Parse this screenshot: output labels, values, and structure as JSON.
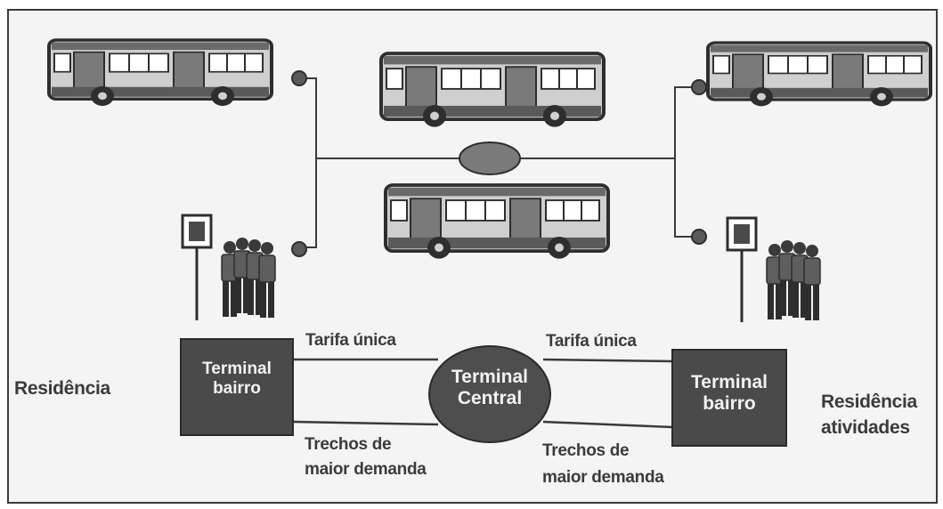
{
  "labels": {
    "residencia_left": "Residência",
    "residencia_right_line1": "Residência",
    "residencia_right_line2": "atividades",
    "tarifa_left": "Tarifa única",
    "tarifa_right": "Tarifa única",
    "trechos_left_line1": "Trechos de",
    "trechos_left_line2": "maior demanda",
    "trechos_right_line1": "Trechos de",
    "trechos_right_line2": "maior demanda",
    "terminal_left_line1": "Terminal",
    "terminal_left_line2": "bairro",
    "terminal_center_line1": "Terminal",
    "terminal_center_line2": "Central",
    "terminal_right_line1": "Terminal",
    "terminal_right_line2": "bairro"
  },
  "colors": {
    "ink": "#3a3a3a",
    "box_fill": "#4a4a4a",
    "background": "#f4f4f4"
  },
  "icons": [
    "bus-icon",
    "bus-stop-sign-icon",
    "people-group-icon",
    "connector-node-icon"
  ]
}
